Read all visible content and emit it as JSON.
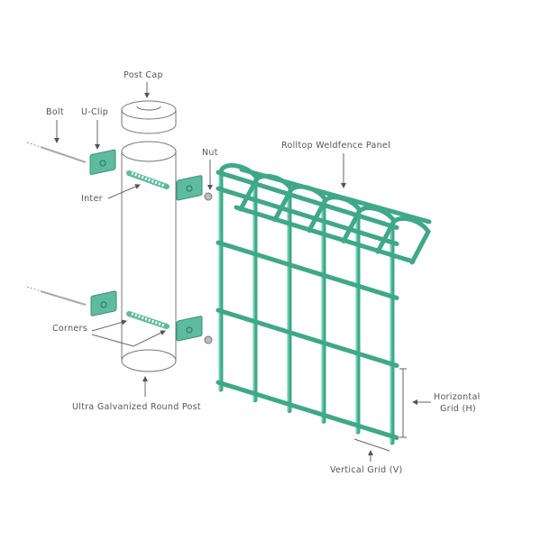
{
  "labels": {
    "post_cap": "Post Cap",
    "bolt": "Bolt",
    "u_clip": "U-Clip",
    "nut": "Nut",
    "panel": "Rolltop Weldfence Panel",
    "inter": "Inter",
    "corners": "Corners",
    "post": "Ultra Galvanized Round Post",
    "horizontal_line1": "Horizontal",
    "horizontal_line2": "Grid (H)",
    "vertical": "Vertical Grid (V)"
  },
  "colors": {
    "wire": "#3fa888",
    "clip": "#5dbb9f",
    "text": "#555555"
  }
}
